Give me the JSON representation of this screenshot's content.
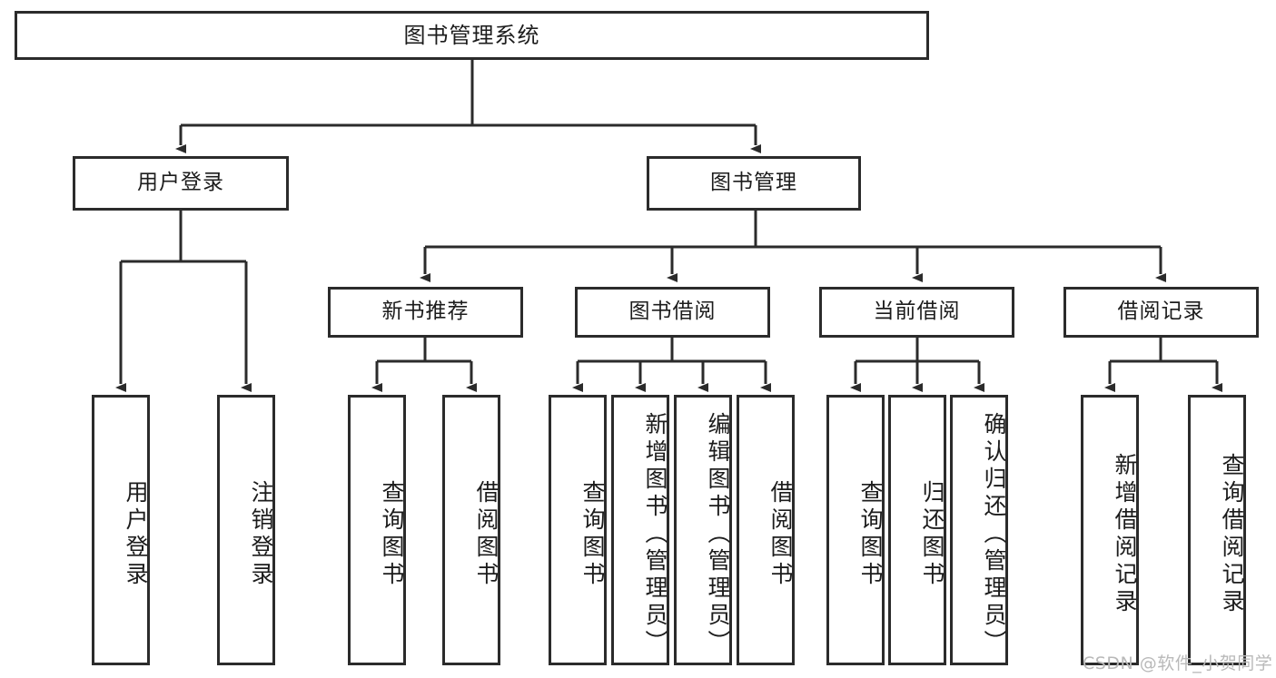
{
  "diagram": {
    "title": "图书管理系统",
    "type": "hierarchy-tree",
    "background_color": "#ffffff",
    "line_color": "#2b2b2b",
    "text_color": "#1c1c1c",
    "levels": 4
  },
  "root": {
    "label": "图书管理系统"
  },
  "level2": [
    {
      "label": "用户登录"
    },
    {
      "label": "图书管理"
    }
  ],
  "level3": [
    {
      "label": "新书推荐"
    },
    {
      "label": "图书借阅"
    },
    {
      "label": "当前借阅"
    },
    {
      "label": "借阅记录"
    }
  ],
  "leaves": {
    "user_login": [
      {
        "label": "用户登录"
      },
      {
        "label": "注销登录"
      }
    ],
    "new_book_recommend": [
      {
        "label": "查询图书"
      },
      {
        "label": "借阅图书"
      }
    ],
    "book_borrow": [
      {
        "label": "查询图书"
      },
      {
        "label": "新增图书（管理员）"
      },
      {
        "label": "编辑图书（管理员）"
      },
      {
        "label": "借阅图书"
      }
    ],
    "current_borrow": [
      {
        "label": "查询图书"
      },
      {
        "label": "归还图书"
      },
      {
        "label": "确认归还（管理员）"
      }
    ],
    "borrow_record": [
      {
        "label": "新增借阅记录"
      },
      {
        "label": "查询借阅记录"
      }
    ]
  },
  "watermark": {
    "text": "CSDN @软件_小贺同学",
    "color": "#b9b9b9"
  }
}
